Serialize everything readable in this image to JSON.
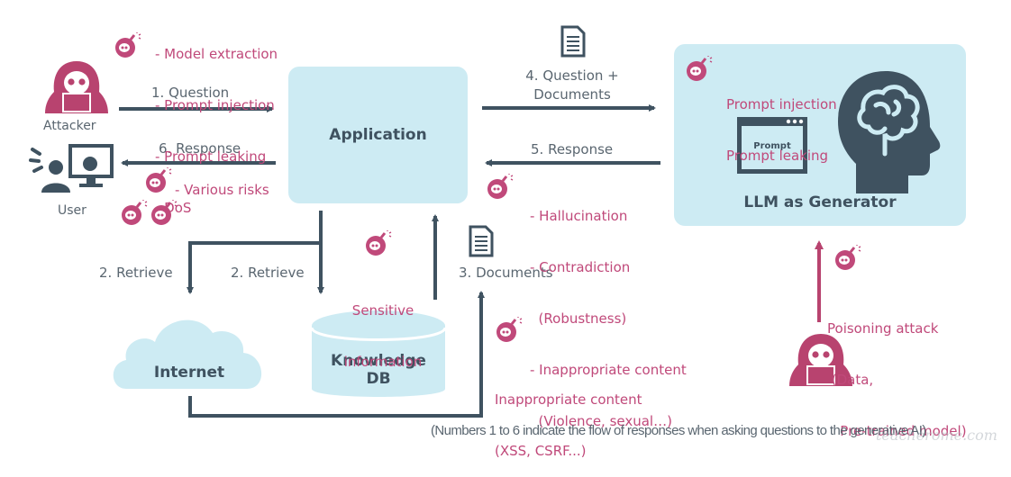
{
  "colors": {
    "arrow": "#3f5260",
    "risk": "#c0497a",
    "box": "#cdebf3",
    "text": "#5a6670"
  },
  "actors": {
    "attacker_top": "Attacker",
    "user": "User"
  },
  "nodes": {
    "application": "Application",
    "llm": "LLM as Generator",
    "prompt_window": "Prompt",
    "internet": "Internet",
    "knowledge_db_line1": "Knowledge",
    "knowledge_db_line2": "DB"
  },
  "flows": {
    "step1": "1. Question",
    "step2a": "2. Retrieve",
    "step2b": "2. Retrieve",
    "step3": "3. Documents",
    "step4_line1": "4. Question +",
    "step4_line2": "Documents",
    "step5": "5. Response",
    "step6": "6. Response"
  },
  "risks": {
    "attacker_input": [
      "- Model extraction",
      "- Prompt injection",
      "- Prompt leaking",
      "- DoS"
    ],
    "user_output": "- Various risks",
    "llm": [
      "Prompt injection",
      "Prompt leaking"
    ],
    "llm_response": [
      "- Hallucination",
      "- Contradiction",
      "  (Robustness)",
      "- Inappropriate content",
      "  (Violence, sexual…)"
    ],
    "knowledge_db": [
      "Sensitive",
      "information"
    ],
    "internet_docs": [
      "Inappropriate content",
      "(XSS, CSRF...)"
    ],
    "poisoning": [
      "Poisoning attack",
      " (Data,",
      "   Pre-trained model)"
    ]
  },
  "footnote": "(Numbers 1 to 6 indicate the flow of responses when asking questions to the generative AI)",
  "watermark": "teacherome.com"
}
